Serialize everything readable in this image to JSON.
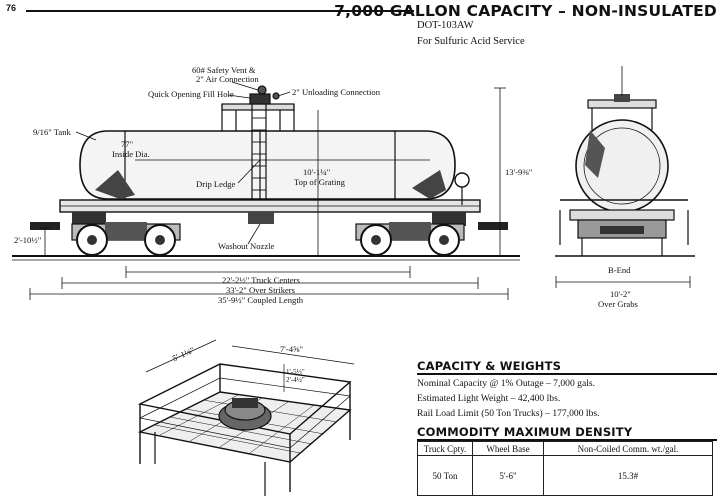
{
  "page": {
    "number": "76"
  },
  "header": {
    "title": "7,000 GALLON CAPACITY – NON-INSULATED",
    "spec_code": "DOT-103AW",
    "service": "For Sulfuric Acid Service"
  },
  "side_view": {
    "labels": {
      "safety_vent": "60# Safety Vent &",
      "air_connection": "2\" Air Connection",
      "fill_hole": "Quick Opening Fill Hole",
      "unloading": "2\" Unloading Connection",
      "tank": "9/16\" Tank",
      "inside_dia_value": "77\"",
      "inside_dia_label": "Inside Dia.",
      "grating_height": "10'-1¼\"",
      "grating_label": "Top of Grating",
      "drip_ledge": "Drip Ledge",
      "washout_nozzle": "Washout Nozzle",
      "overall_height": "13'-9⅜\"",
      "coupler_height": "2'-10½\""
    },
    "dimensions": {
      "truck_centers": "22'-2½\" Truck Centers",
      "over_strikers": "33'-2\" Over Strikers",
      "coupled_length": "35'-9½\" Coupled Length"
    }
  },
  "end_view": {
    "label": "B-End",
    "width_value": "10'-2\"",
    "width_label": "Over Grabs"
  },
  "platform_view": {
    "length": "5'-1⅛\"",
    "width": "7'-4⅝\"",
    "inner_1": "1'-5⅓\"",
    "inner_2": "2'-4½\""
  },
  "capacity": {
    "title": "CAPACITY & WEIGHTS",
    "lines": [
      "Nominal Capacity @ 1% Outage – 7,000 gals.",
      "Estimated Light Weight – 42,400 lbs.",
      "Rail Load Limit (50 Ton Trucks) – 177,000 lbs."
    ]
  },
  "commodity": {
    "title": "COMMODITY MAXIMUM DENSITY",
    "headers": [
      "Truck Cpty.",
      "Wheel Base",
      "Non-Coiled Comm. wt./gal."
    ],
    "rows": [
      [
        "50 Ton",
        "5'-6\"",
        "15.3#"
      ]
    ]
  }
}
